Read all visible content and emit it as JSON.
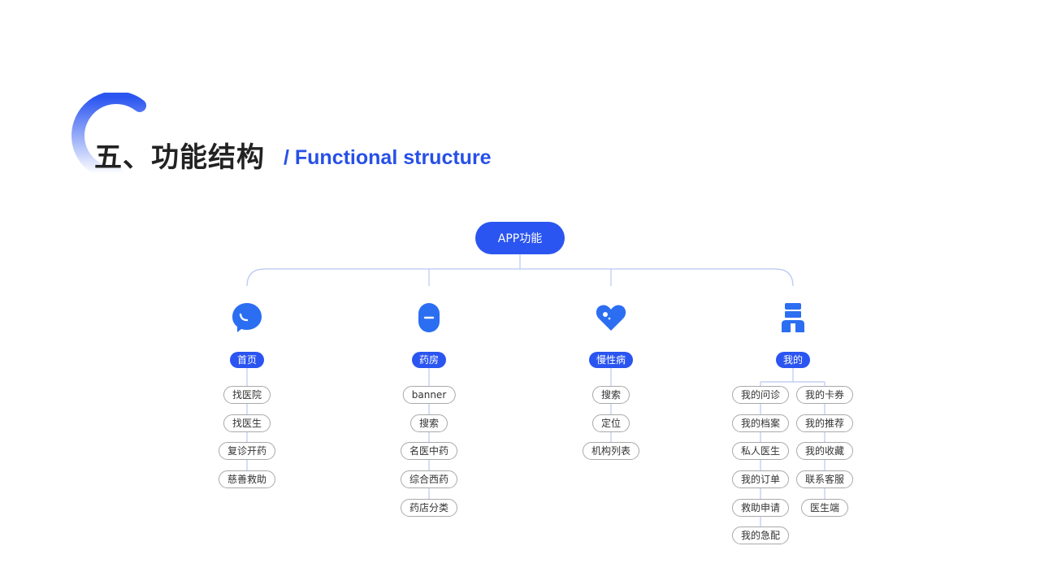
{
  "title": {
    "cn": "五、功能结构",
    "en": "/ Functional structure"
  },
  "root": {
    "label": "APP功能"
  },
  "colors": {
    "accent": "#2b55f0",
    "line": "#b9c8f2",
    "node_border": "#a9a9a9"
  },
  "branches": [
    {
      "label": "首页",
      "icon": "chat-bubble-icon",
      "items": [
        "找医院",
        "找医生",
        "复诊开药",
        "慈善救助"
      ]
    },
    {
      "label": "药房",
      "icon": "pill-capsule-icon",
      "items": [
        "banner",
        "搜索",
        "名医中药",
        "综合西药",
        "药店分类"
      ]
    },
    {
      "label": "慢性病",
      "icon": "heart-icon",
      "items": [
        "搜索",
        "定位",
        "机构列表"
      ]
    },
    {
      "label": "我的",
      "icon": "doctor-person-icon",
      "items_left": [
        "我的问诊",
        "我的档案",
        "私人医生",
        "我的订单",
        "救助申请",
        "我的急配"
      ],
      "items_right": [
        "我的卡券",
        "我的推荐",
        "我的收藏",
        "联系客服",
        "医生端"
      ]
    }
  ]
}
